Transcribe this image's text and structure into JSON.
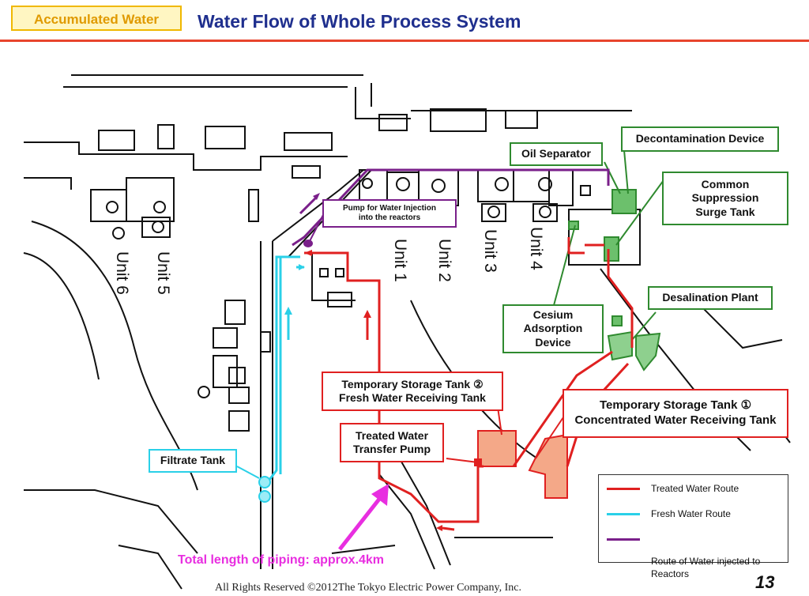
{
  "header": {
    "tag": "Accumulated Water",
    "title": "Water Flow of Whole Process System"
  },
  "units": {
    "unit1": "Unit 1",
    "unit2": "Unit 2",
    "unit3": "Unit 3",
    "unit4": "Unit 4",
    "unit5": "Unit 5",
    "unit6": "Unit 6"
  },
  "labels": {
    "decontamination": "Decontamination Device",
    "oil_separator": "Oil Separator",
    "common_suppression": "Common\nSuppression\nSurge Tank",
    "desalination": "Desalination Plant",
    "cesium": "Cesium\nAdsorption\nDevice",
    "pump_injection": "Pump for Water Injection\ninto the reactors",
    "temp_tank2": "Temporary Storage Tank ②\nFresh Water Receiving Tank",
    "temp_tank1": "Temporary Storage Tank ①\nConcentrated Water Receiving Tank",
    "treated_pump": "Treated Water\nTransfer Pump",
    "filtrate": "Filtrate Tank"
  },
  "legend": {
    "treated": "Treated Water Route",
    "fresh": "Fresh Water Route",
    "injected": "Route of Water injected to\nReactors"
  },
  "colors": {
    "treated": "#e02020",
    "fresh": "#2ad0e8",
    "injected": "#7a1f8a",
    "facility": "#2f8a2f",
    "tank": "#f4a888"
  },
  "footer": {
    "piping": "Total length of piping: approx.4km",
    "copyright": "All Rights Reserved ©2012The Tokyo Electric Power Company, Inc.",
    "page": "13"
  }
}
